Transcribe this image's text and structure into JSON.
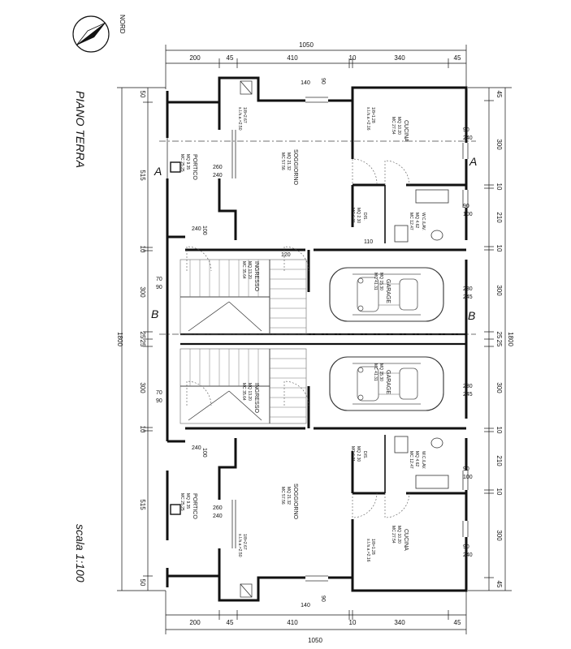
{
  "compass": {
    "label": "NORD"
  },
  "title": "PIANO TERRA",
  "scale": "scala 1:100",
  "sections": {
    "a": "A",
    "b": "B"
  },
  "dims_top": {
    "total": "1050",
    "parts": [
      "200",
      "45",
      "410",
      "10",
      "340",
      "45"
    ],
    "small": [
      "140",
      "90"
    ]
  },
  "dims_bottom": {
    "total": "1050",
    "parts": [
      "200",
      "45",
      "410",
      "10",
      "340",
      "45"
    ],
    "small": [
      "140",
      "90"
    ]
  },
  "dims_left": {
    "total": "1800",
    "parts": [
      "50",
      "515",
      "10",
      "300",
      "25",
      "25",
      "300",
      "10",
      "515",
      "50"
    ]
  },
  "dims_right": {
    "total": "1800",
    "parts": [
      "45",
      "300",
      "10",
      "210",
      "10",
      "300",
      "25",
      "25",
      "300",
      "10",
      "210",
      "10",
      "300",
      "45"
    ]
  },
  "openings": {
    "porch_window": [
      "260",
      "240"
    ],
    "porch_door": [
      "100",
      "240"
    ],
    "entry_door": [
      "70",
      "90"
    ],
    "kitchen_window": [
      "90",
      "240"
    ],
    "bath_window": [
      "90",
      "100"
    ],
    "garage_door": [
      "230",
      "245"
    ],
    "stair_top": "120",
    "dis_door": "110"
  },
  "sills": {
    "soggiorno": [
      "s.l./s.a.=2.50",
      "1/8=2.67"
    ],
    "cucina": [
      "s.l./s.a.=2.16",
      "1/8=1.28"
    ]
  },
  "rooms": {
    "soggiorno": {
      "name": "SOGGIORNO",
      "mq": "MQ 21.32",
      "mc": "MC 57.56"
    },
    "cucina": {
      "name": "CUCINA",
      "mq": "MQ 10.20",
      "mc": "MC 27.54"
    },
    "portico": {
      "name": "PORTICO",
      "mq": "MQ 9.35",
      "mc": "MC 25.25"
    },
    "dis": {
      "name": "DIS.",
      "mq": "MQ 2.30",
      "mc": "MC 6.21"
    },
    "wc": {
      "name": "W.C./LAV.",
      "mq": "MQ 4.62",
      "mc": "MC 12.47"
    },
    "ingresso": {
      "name": "INGRESSO",
      "mq": "MQ 13.20",
      "mc": "MC 35.64"
    },
    "garage": {
      "name": "GARAGE",
      "mq": "MQ 15.30",
      "mc": "MC 41.31"
    }
  }
}
